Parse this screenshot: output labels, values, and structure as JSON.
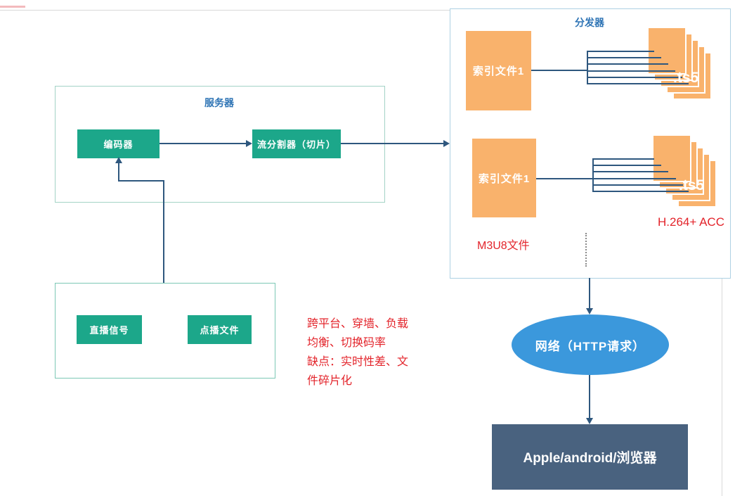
{
  "server_group": {
    "title": "服务器",
    "encoder_label": "编码器",
    "splitter_label": "流分割器（切片）"
  },
  "source_group": {
    "live_label": "直播信号",
    "vod_label": "点播文件"
  },
  "distributor": {
    "title": "分发器",
    "groups": [
      {
        "index_label": "索引文件1",
        "ts_label": ".ts5"
      },
      {
        "index_label": "索引文件1",
        "ts_label": ".ts5"
      }
    ],
    "m3u8_label": "M3U8文件",
    "codec_label": "H.264+ ACC"
  },
  "network_label": "网络（HTTP请求）",
  "client_label": "Apple/android/浏览器",
  "annotation_lines": [
    "跨平台、穿墙、负载",
    "均衡、切换码率",
    "缺点：实时性差、文",
    "件碎片化"
  ],
  "colors": {
    "accent_green": "#1CA78A",
    "accent_orange": "#F9B26C",
    "title_blue": "#2E74B5",
    "line_blue": "#2E577E",
    "network_blue": "#3B98DC",
    "client_slate": "#49627F",
    "annotation_red": "#E3242B"
  }
}
